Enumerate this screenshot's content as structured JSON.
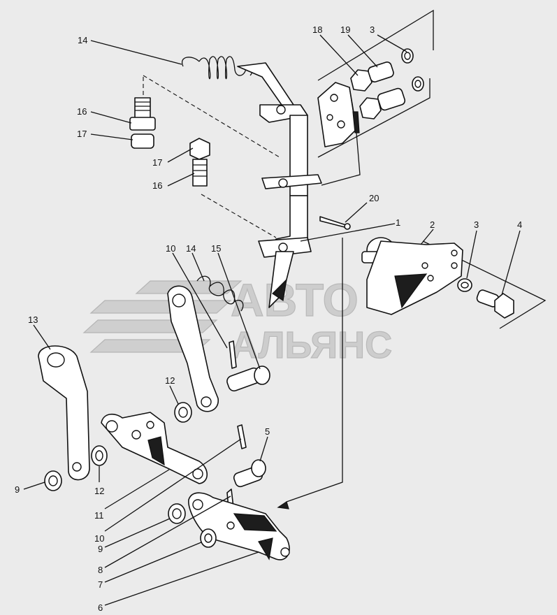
{
  "watermark": {
    "line1": "АВТО",
    "line2": "АЛЬЯНС"
  },
  "labels": {
    "l14a": "14",
    "l18": "18",
    "l19": "19",
    "l3a": "3",
    "l16a": "16",
    "l17a": "17",
    "l17b": "17",
    "l16b": "16",
    "l20": "20",
    "l1": "1",
    "l2": "2",
    "l3b": "3",
    "l4": "4",
    "l10a": "10",
    "l14b": "14",
    "l15": "15",
    "l13": "13",
    "l12a": "12",
    "l5": "5",
    "l12b": "12",
    "l9a": "9",
    "l11": "11",
    "l10b": "10",
    "l9b": "9",
    "l8": "8",
    "l7": "7",
    "l6": "6"
  }
}
